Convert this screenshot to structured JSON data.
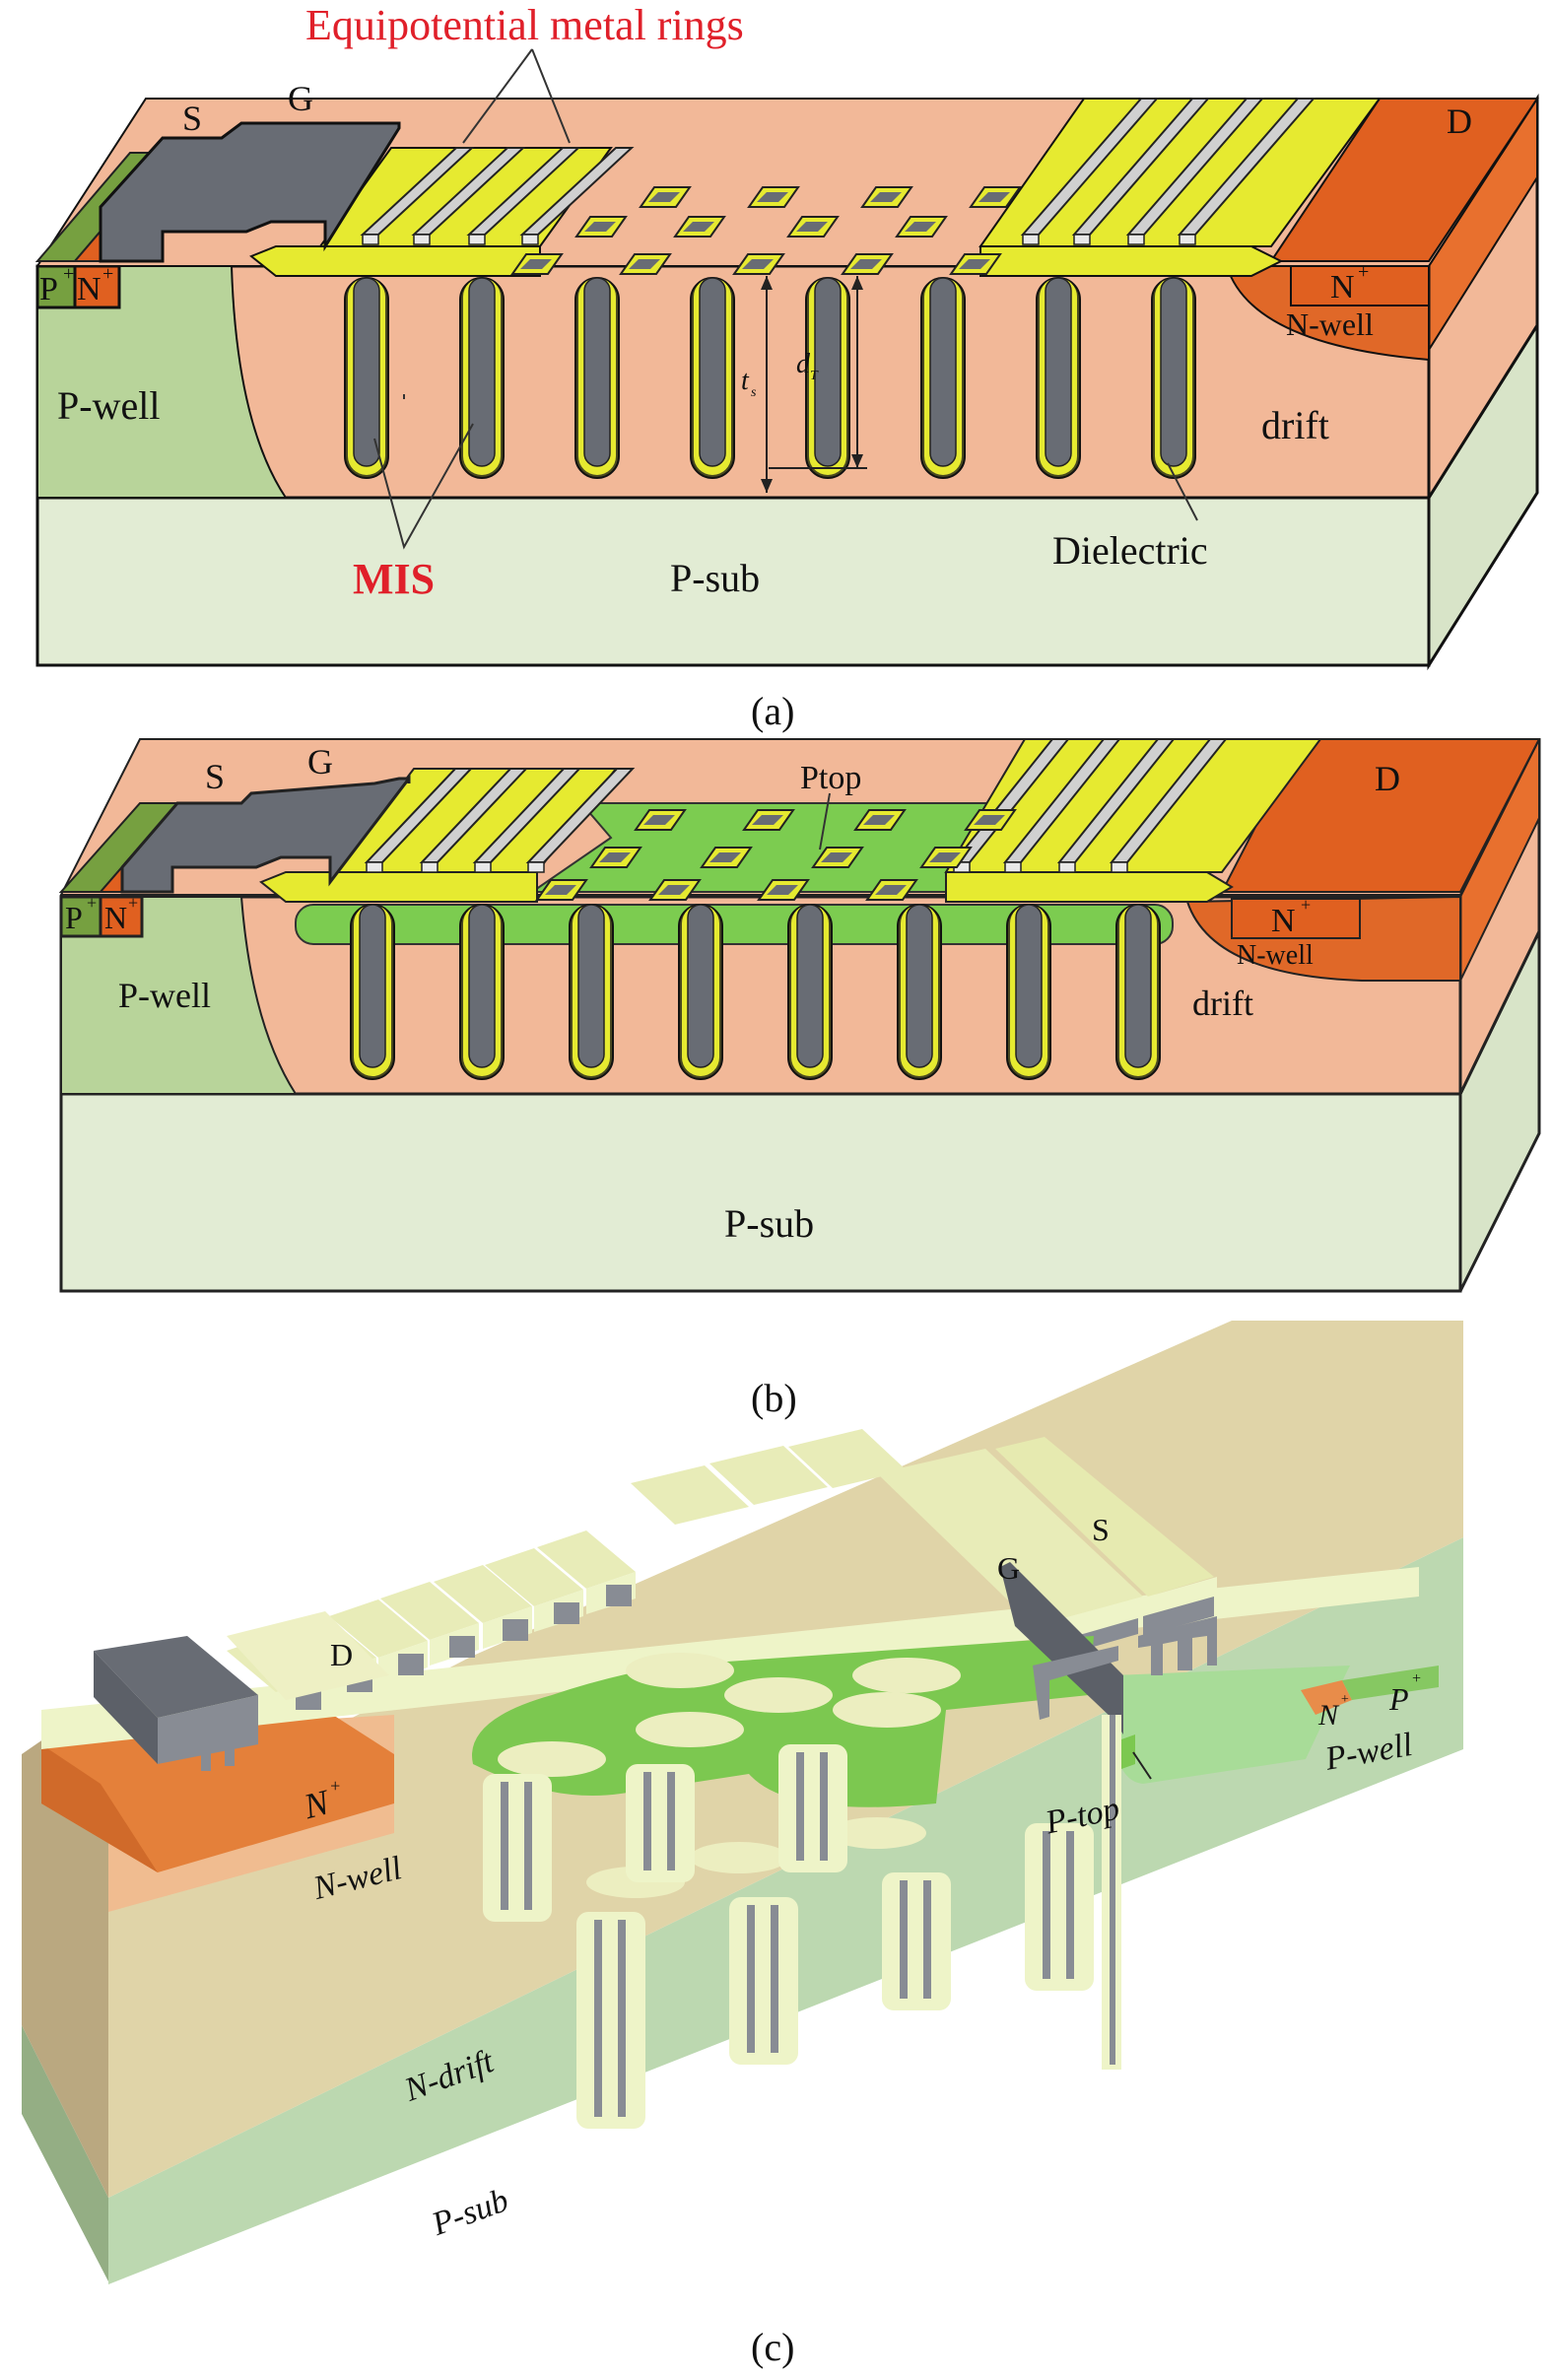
{
  "figure": {
    "panels": [
      {
        "id": "a",
        "caption": "(a)",
        "labels": {
          "title_annotation": "Equipotential metal rings",
          "source": "S",
          "gate": "G",
          "drain": "D",
          "p_plus": "P",
          "p_plus_sup": "+",
          "n_plus_left": "N",
          "n_plus_left_sup": "+",
          "n_plus_right": "N",
          "n_plus_right_sup": "+",
          "n_well": "N-well",
          "p_well": "P-well",
          "drift": "drift",
          "p_sub": "P-sub",
          "mis": "MIS",
          "dielectric": "Dielectric",
          "dim_t": "t",
          "dim_t_sub": "s",
          "dim_d": "d",
          "dim_d_sub": "T"
        },
        "trench_count": 8
      },
      {
        "id": "b",
        "caption": "(b)",
        "labels": {
          "source": "S",
          "gate": "G",
          "drain": "D",
          "ptop": "Ptop",
          "p_plus": "P",
          "p_plus_sup": "+",
          "n_plus_left": "N",
          "n_plus_left_sup": "+",
          "n_plus_right": "N",
          "n_plus_right_sup": "+",
          "n_well": "N-well",
          "p_well": "P-well",
          "drift": "drift",
          "p_sub": "P-sub"
        },
        "trench_count": 8
      },
      {
        "id": "c",
        "caption": "(c)",
        "labels": {
          "drain": "D",
          "gate": "G",
          "source": "S",
          "n_plus": "N",
          "n_plus_sup": "+",
          "n_well": "N-well",
          "n_drift": "N-drift",
          "p_sub": "P-sub",
          "p_top": "P-top",
          "n_plus_right": "N",
          "n_plus_right_sup": "+",
          "p_plus_right": "P",
          "p_plus_right_sup": "+",
          "p_well": "P-well"
        }
      }
    ]
  },
  "colors": {
    "annotation_red": "#e0202a",
    "p_plus_green": "#76a040",
    "n_plus_orange": "#e06020",
    "gate_gray": "#686c74",
    "oxide_yellow": "#e6ea30",
    "drift_salmon": "#f2b898",
    "p_well_green": "#b8d49a",
    "p_sub_pale": "#e2ecd4",
    "ptop_green": "#7ccc50",
    "metal_ring": "#d0d0d0",
    "c_drift_tan": "#e0d4a8",
    "c_oxide_cream": "#eef4c8",
    "c_psub_green": "#bcd8b0"
  }
}
